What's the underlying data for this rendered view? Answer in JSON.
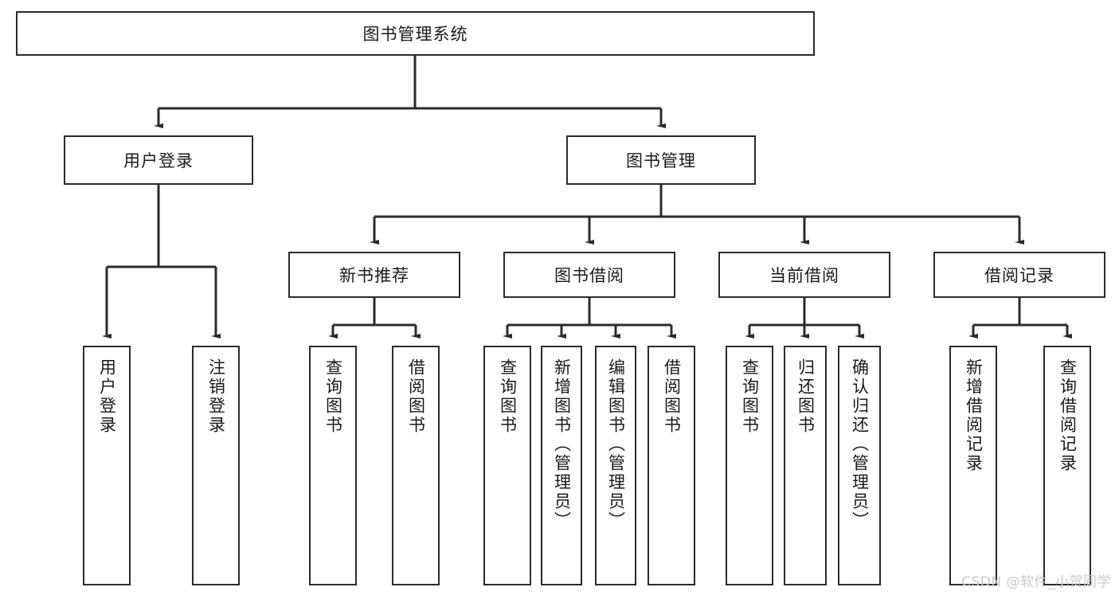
{
  "diagram": {
    "title": "图书管理系统",
    "type": "hierarchy-tree",
    "root": {
      "id": "root",
      "label": "图书管理系统"
    },
    "level2": [
      {
        "id": "user-login",
        "label": "用户登录"
      },
      {
        "id": "book-management",
        "label": "图书管理"
      }
    ],
    "level3": [
      {
        "id": "new-book-recommend",
        "label": "新书推荐",
        "parent": "book-management"
      },
      {
        "id": "book-borrow",
        "label": "图书借阅",
        "parent": "book-management"
      },
      {
        "id": "current-borrow",
        "label": "当前借阅",
        "parent": "book-management"
      },
      {
        "id": "borrow-record",
        "label": "借阅记录",
        "parent": "book-management"
      }
    ],
    "leaves": [
      {
        "id": "leaf-user-login",
        "label": "用户登录",
        "parent": "user-login"
      },
      {
        "id": "leaf-logout-login",
        "label": "注销登录",
        "parent": "user-login"
      },
      {
        "id": "leaf-query-book-1",
        "label": "查询图书",
        "parent": "new-book-recommend"
      },
      {
        "id": "leaf-borrow-book-1",
        "label": "借阅图书",
        "parent": "new-book-recommend"
      },
      {
        "id": "leaf-query-book-2",
        "label": "查询图书",
        "parent": "book-borrow"
      },
      {
        "id": "leaf-add-book",
        "label": "新增图书（管理员）",
        "parent": "book-borrow"
      },
      {
        "id": "leaf-edit-book",
        "label": "编辑图书（管理员）",
        "parent": "book-borrow"
      },
      {
        "id": "leaf-borrow-book-2",
        "label": "借阅图书",
        "parent": "book-borrow"
      },
      {
        "id": "leaf-query-book-3",
        "label": "查询图书",
        "parent": "current-borrow"
      },
      {
        "id": "leaf-return-book",
        "label": "归还图书",
        "parent": "current-borrow"
      },
      {
        "id": "leaf-confirm-return",
        "label": "确认归还（管理员）",
        "parent": "current-borrow"
      },
      {
        "id": "leaf-add-record",
        "label": "新增借阅记录",
        "parent": "borrow-record"
      },
      {
        "id": "leaf-query-record",
        "label": "查询借阅记录",
        "parent": "borrow-record"
      }
    ],
    "colors": {
      "stroke": "#2b2b2b",
      "fill": "#ffffff",
      "text": "#1a1a1a",
      "watermark": "#c9c9c9"
    }
  },
  "watermark": {
    "text": "CSDN @软件_小贺同学"
  }
}
